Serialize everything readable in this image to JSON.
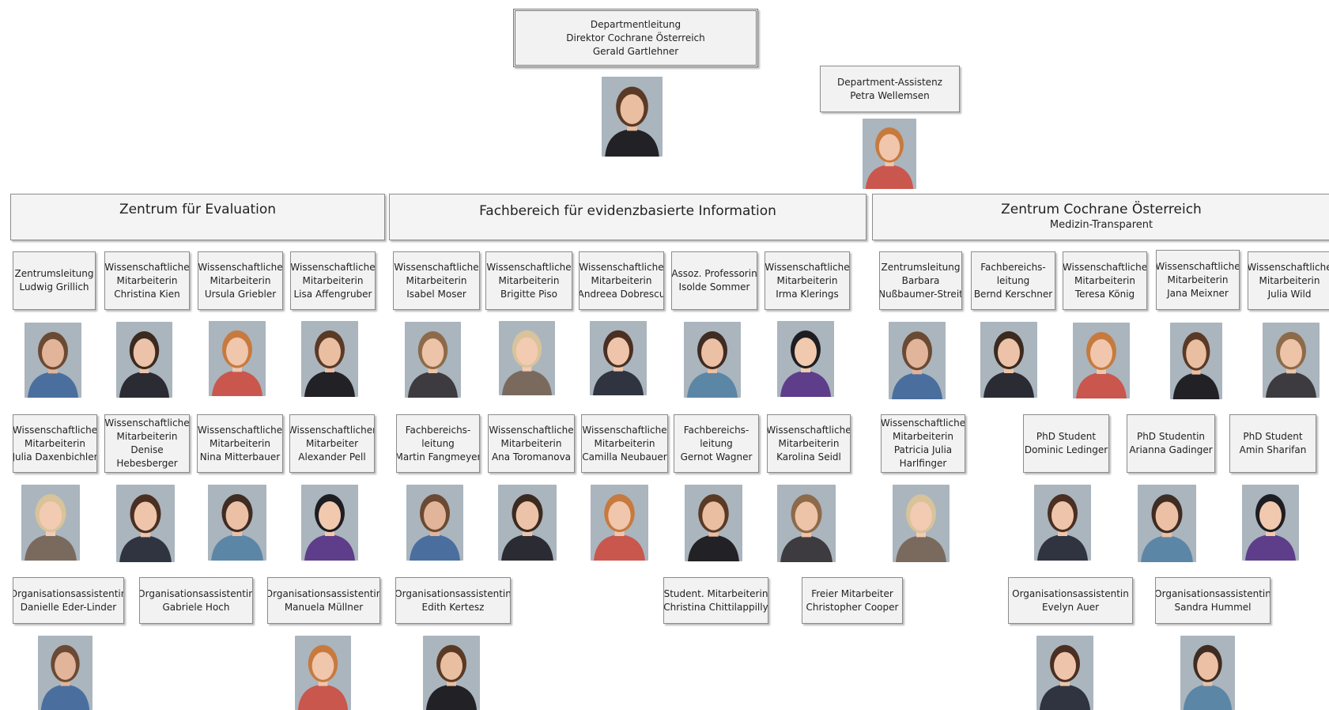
{
  "top": {
    "head": [
      "Departmentleitung",
      "Direktor Cochrane Österreich",
      "Gerald Gartlehner"
    ],
    "assistant": [
      "Department-Assistenz",
      "Petra Wellemsen"
    ]
  },
  "departments": [
    {
      "title": "Zentrum für Evaluation",
      "subtitle": ""
    },
    {
      "title": "Fachbereich für evidenzbasierte Information",
      "subtitle": ""
    },
    {
      "title": "Zentrum Cochrane Österreich",
      "subtitle": "Medizin-Transparent"
    }
  ],
  "people": [
    {
      "lines": [
        "Zentrumsleitung",
        "Ludwig Grillich"
      ]
    },
    {
      "lines": [
        "Wissenschaftliche",
        "Mitarbeiterin",
        "Christina Kien"
      ]
    },
    {
      "lines": [
        "Wissenschaftliche",
        "Mitarbeiterin",
        "Ursula Griebler"
      ]
    },
    {
      "lines": [
        "Wissenschaftliche",
        "Mitarbeiterin",
        "Lisa Affengruber"
      ]
    },
    {
      "lines": [
        "Wissenschaftliche",
        "Mitarbeiterin",
        "Isabel Moser"
      ]
    },
    {
      "lines": [
        "Wissenschaftliche",
        "Mitarbeiterin",
        "Brigitte Piso"
      ]
    },
    {
      "lines": [
        "Wissenschaftliche",
        "Mitarbeiterin",
        "Andreea Dobrescu"
      ]
    },
    {
      "lines": [
        "Assoz. Professorin",
        "Isolde Sommer"
      ]
    },
    {
      "lines": [
        "Wissenschaftliche",
        "Mitarbeiterin",
        "Irma Klerings"
      ]
    },
    {
      "lines": [
        "Zentrumsleitung",
        "Barbara",
        "Nußbaumer-Streit"
      ]
    },
    {
      "lines": [
        "Fachbereichs-",
        "leitung",
        "Bernd Kerschner"
      ]
    },
    {
      "lines": [
        "Wissenschaftliche",
        "Mitarbeiterin",
        "Teresa König"
      ]
    },
    {
      "lines": [
        "Wissenschaftliche",
        "Mitarbeiterin",
        "Jana Meixner"
      ]
    },
    {
      "lines": [
        "Wissenschaftliche",
        "Mitarbeiterin",
        "Julia Wild"
      ]
    },
    {
      "lines": [
        "Wissenschaftliche",
        "Mitarbeiterin",
        "Julia Daxenbichler"
      ]
    },
    {
      "lines": [
        "Wissenschaftliche",
        "Mitarbeiterin",
        "Denise",
        "Hebesberger"
      ]
    },
    {
      "lines": [
        "Wissenschaftliche",
        "Mitarbeiterin",
        "Nina Mitterbauer"
      ]
    },
    {
      "lines": [
        "Wissenschaftlicher",
        "Mitarbeiter",
        "Alexander Pell"
      ]
    },
    {
      "lines": [
        "Fachbereichs-",
        "leitung",
        "Martin Fangmeyer"
      ]
    },
    {
      "lines": [
        "Wissenschaftliche",
        "Mitarbeiterin",
        "Ana Toromanova"
      ]
    },
    {
      "lines": [
        "Wissenschaftliche",
        "Mitarbeiterin",
        "Camilla Neubauer"
      ]
    },
    {
      "lines": [
        "Fachbereichs-",
        "leitung",
        "Gernot Wagner"
      ]
    },
    {
      "lines": [
        "Wissenschaftliche",
        "Mitarbeiterin",
        "Karolina Seidl"
      ]
    },
    {
      "lines": [
        "Wissenschaftliche",
        "Mitarbeiterin",
        "Patricia Julia",
        "Harlfinger"
      ]
    },
    {
      "lines": [
        "PhD Student",
        "Dominic Ledinger"
      ]
    },
    {
      "lines": [
        "PhD Studentin",
        "Arianna Gadinger"
      ]
    },
    {
      "lines": [
        "PhD Student",
        "Amin Sharifan"
      ]
    },
    {
      "lines": [
        "Organisationsassistentin",
        "Danielle Eder-Linder"
      ]
    },
    {
      "lines": [
        "Organisationsassistentin",
        "Gabriele Hoch"
      ]
    },
    {
      "lines": [
        "Organisationsassistentin",
        "Manuela Müllner"
      ]
    },
    {
      "lines": [
        "Organisationsassistentin",
        "Edith Kertesz"
      ]
    },
    {
      "lines": [
        "Student. Mitarbeiterin",
        "Christina Chittilappilly"
      ]
    },
    {
      "lines": [
        "Freier Mitarbeiter",
        "Christopher Cooper"
      ]
    },
    {
      "lines": [
        "Organisationsassistentin",
        "Evelyn Auer"
      ]
    },
    {
      "lines": [
        "Organisationsassistentin",
        "Sandra Hummel"
      ]
    }
  ],
  "colors": {
    "box_fill": "#f2f2f2",
    "box_border": "#8c8c8c",
    "photo_background": "#9aa6b1"
  }
}
